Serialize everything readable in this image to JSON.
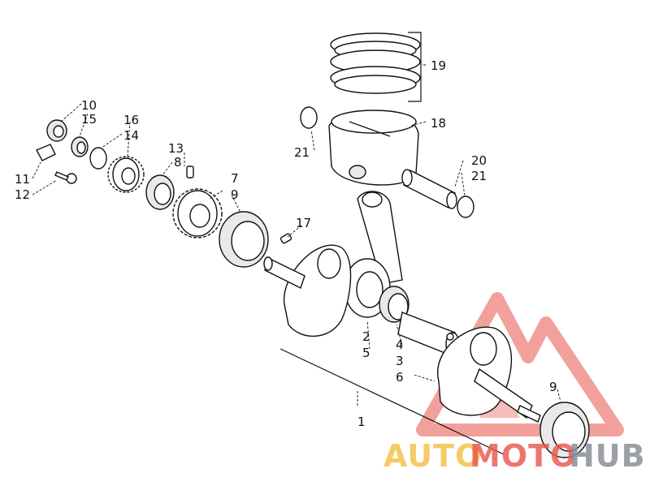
{
  "callouts": {
    "c1": "1",
    "c2": "2",
    "c3": "3",
    "c4": "4",
    "c5": "5",
    "c6": "6",
    "c7": "7",
    "c8": "8",
    "c9a": "9",
    "c9b": "9",
    "c10": "10",
    "c11": "11",
    "c12": "12",
    "c13": "13",
    "c14": "14",
    "c15": "15",
    "c16": "16",
    "c17": "17",
    "c18": "18",
    "c19": "19",
    "c20": "20",
    "c21a": "21",
    "c21b": "21"
  },
  "watermark": {
    "auto": "AUTO",
    "moto": "MOTO",
    "hub": "HUB"
  },
  "colors": {
    "watermark_yellow": "#f3c24a",
    "watermark_red": "#e8534a",
    "watermark_gray": "#8a8f96",
    "line": "#111111"
  }
}
